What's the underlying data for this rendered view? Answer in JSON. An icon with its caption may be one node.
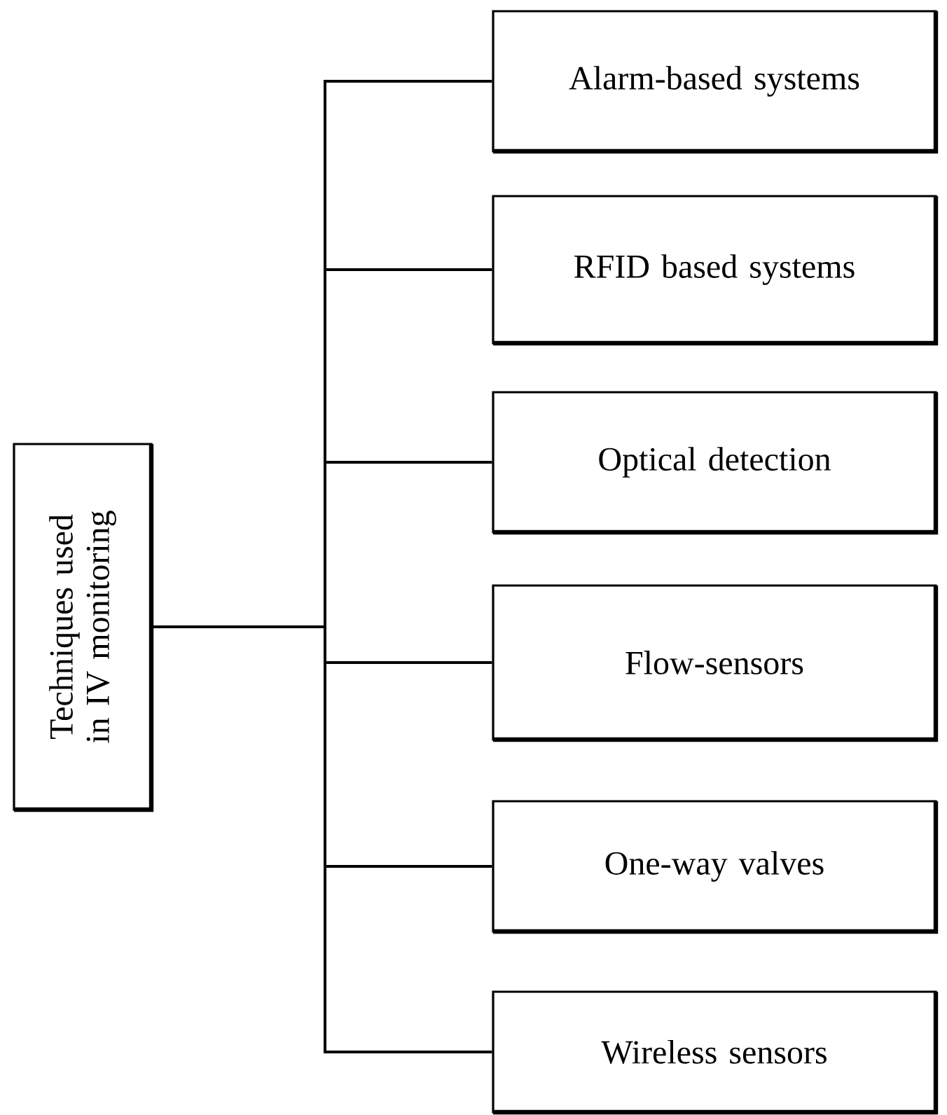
{
  "diagram": {
    "nodes": [
      {
        "text": [
          "Techniques used in IV monitoring"
        ]
      },
      {
        "text": [
          "Alarm-based systems"
        ]
      },
      {
        "text": [
          "RFID based systems"
        ]
      },
      {
        "text": [
          "Optical detection"
        ]
      },
      {
        "text": [
          "Flow-sensors"
        ]
      },
      {
        "text": [
          "One-way valves"
        ]
      },
      {
        "text": [
          "Wireless sensors"
        ]
      }
    ],
    "edges": [
      {
        "from": 0,
        "to": 1,
        "arrow": "none"
      },
      {
        "from": 0,
        "to": 2,
        "arrow": "none"
      },
      {
        "from": 0,
        "to": 3,
        "arrow": "none"
      },
      {
        "from": 0,
        "to": 4,
        "arrow": "none"
      },
      {
        "from": 0,
        "to": 5,
        "arrow": "none"
      },
      {
        "from": 0,
        "to": 6,
        "arrow": "none"
      }
    ]
  }
}
